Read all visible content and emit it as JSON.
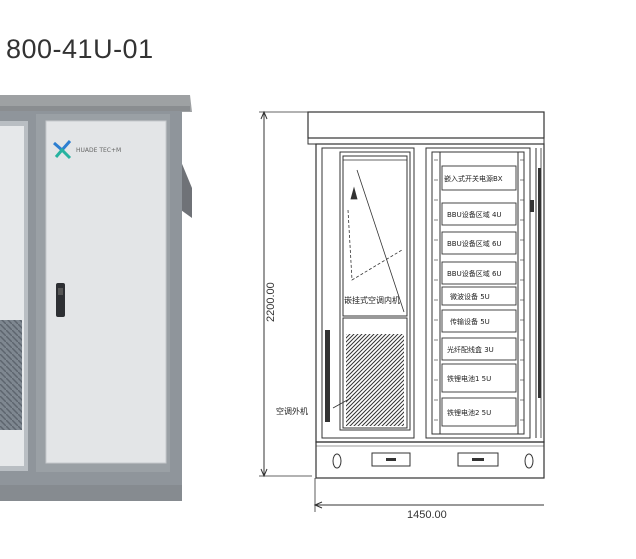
{
  "title": "800-41U-01",
  "photo": {
    "logo_text": "HUADE TEC+M"
  },
  "drawing": {
    "dim_height": "2200.00",
    "dim_width": "1450.00",
    "ac_indoor_label": "嵌挂式空调内机",
    "ac_outdoor_label": "空调外机",
    "rack_items": [
      "嵌入式开关电源BX",
      "BBU设备区域 4U",
      "BBU设备区域 6U",
      "BBU设备区域 6U",
      "微波设备 5U",
      "传输设备 5U",
      "光纤配线盒 3U",
      "铁锂电池1 5U",
      "铁锂电池2 5U"
    ]
  }
}
